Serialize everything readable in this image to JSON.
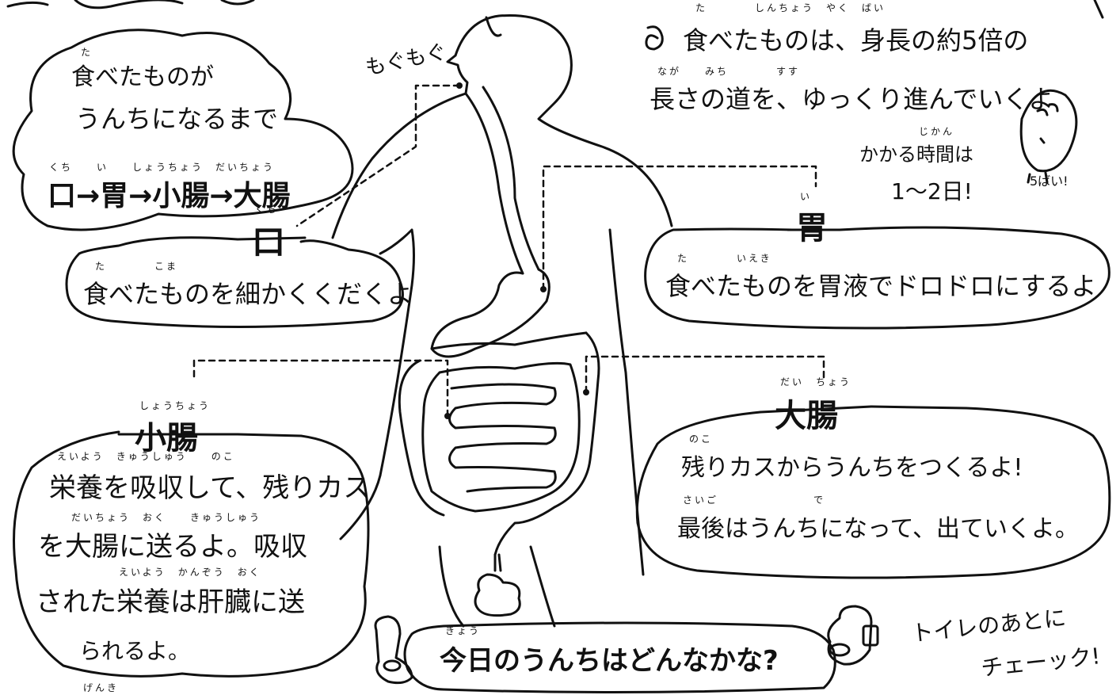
{
  "intro": {
    "line1_ruby": "た",
    "line1": "食べたものが",
    "line2": "うんちになるまで",
    "route_ruby": "くち　　い　　しょうちょう　だいちょう",
    "route": "口→胃→小腸→大腸"
  },
  "mogumogu": "もぐもぐ",
  "fact": {
    "line1_ruby": "た　　　　しんちょう　やく　ばい",
    "line1": "食べたものは、身長の約5倍の",
    "line2_ruby": "なが　　みち　　　　すす",
    "line2": "長さの道を、ゆっくり進んでいくよ",
    "time_ruby": "じかん",
    "time1": "かかる時間は",
    "time2": "1〜2日!",
    "mascot_caption": "5ばい!"
  },
  "mouth": {
    "title_ruby": "くち",
    "title": "口",
    "desc_ruby": "た　　　　こま",
    "desc": "食べたものを細かくくだくよ"
  },
  "stomach": {
    "title_ruby": "い",
    "title": "胃",
    "desc_ruby": "た　　　　いえき",
    "desc": "食べたものを胃液でドロドロにするよ"
  },
  "small_intestine": {
    "title_ruby": "しょうちょう",
    "title": "小腸",
    "lines": [
      "栄養を吸収して、残りカス",
      "を大腸に送るよ。吸収",
      "された栄養は肝臓に送",
      "られるよ。"
    ],
    "rubies": [
      "えいよう　きゅうしゅう　　のこ",
      "だいちょう　おく　　きゅうしゅう",
      "えいよう　かんぞう　おく"
    ]
  },
  "large_intestine": {
    "title_ruby": "だい　ちょう",
    "title": "大腸",
    "line1_ruby": "のこ",
    "line1": "残りカスからうんちをつくるよ!",
    "line2_ruby": "さいご　　　　　　　　で",
    "line2": "最後はうんちになって、出ていくよ。"
  },
  "banner": {
    "ruby": "きょう",
    "text": "今日のうんちはどんなかな?"
  },
  "toilet_note": {
    "line1": "トイレのあとに",
    "line2": "チェーック!"
  },
  "bottom_ruby": "げんき"
}
